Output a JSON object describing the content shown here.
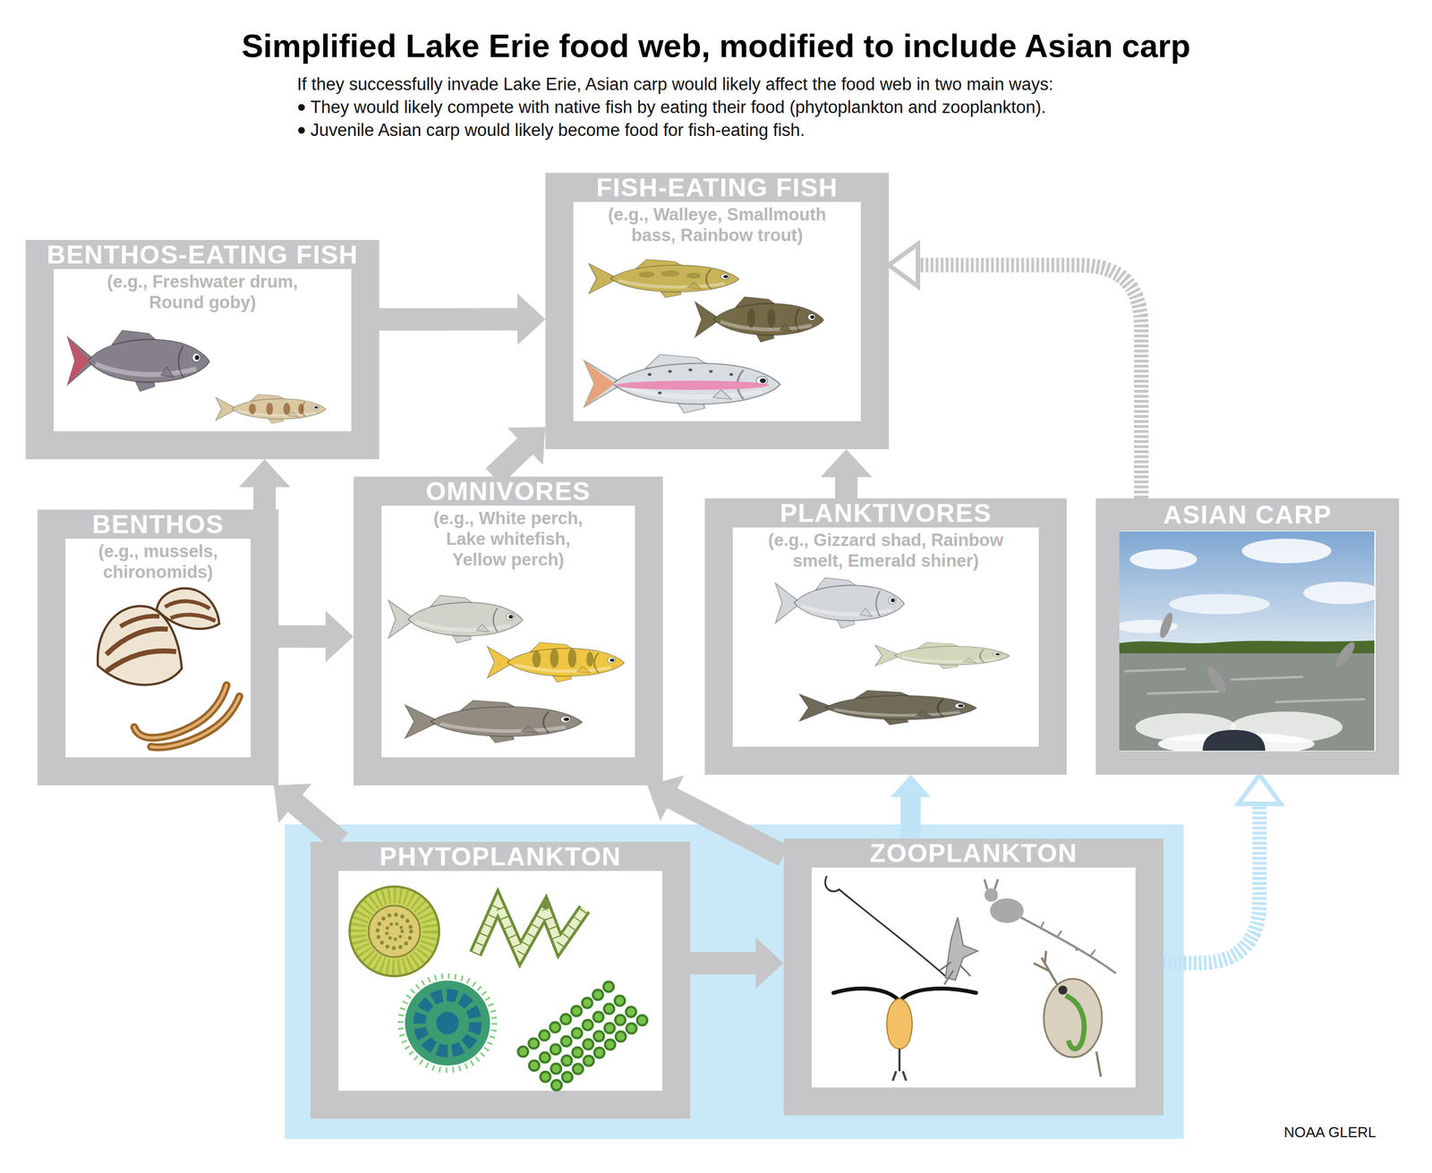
{
  "diagram": {
    "title": "Simplified Lake Erie food web, modified to include Asian carp",
    "nodes": [
      {
        "text": [
          "BENTHOS-EATING FISH",
          "(e.g., Freshwater drum, Round goby)"
        ]
      },
      {
        "text": [
          "FISH-EATING FISH",
          "(e.g., Walleye, Smallmouth bass, Rainbow trout)"
        ]
      },
      {
        "text": [
          "BENTHOS",
          "(e.g., mussels, chironomids)"
        ]
      },
      {
        "text": [
          "OMNIVORES",
          "(e.g., White perch, Lake whitefish, Yellow perch)"
        ]
      },
      {
        "text": [
          "PLANKTIVORES",
          "(e.g., Gizzard shad, Rainbow smelt, Emerald shiner)"
        ]
      },
      {
        "text": [
          "ASIAN CARP"
        ]
      },
      {
        "text": [
          "PHYTOPLANKTON"
        ]
      },
      {
        "text": [
          "ZOOPLANKTON"
        ]
      }
    ],
    "edges": [
      {
        "from": 0,
        "to": 1,
        "arrow": "to"
      },
      {
        "from": 2,
        "to": 0,
        "arrow": "to"
      },
      {
        "from": 2,
        "to": 3,
        "arrow": "to"
      },
      {
        "from": 3,
        "to": 1,
        "arrow": "to"
      },
      {
        "from": 4,
        "to": 1,
        "arrow": "to"
      },
      {
        "from": 5,
        "to": 1,
        "arrow": "to"
      },
      {
        "from": 6,
        "to": 2,
        "arrow": "to"
      },
      {
        "from": 6,
        "to": 7,
        "arrow": "to"
      },
      {
        "from": 7,
        "to": 3,
        "arrow": "to"
      },
      {
        "from": 7,
        "to": 4,
        "arrow": "to"
      },
      {
        "from": 7,
        "to": 5,
        "arrow": "to"
      }
    ],
    "labels": [
      "If they successfully invade Lake Erie, Asian carp would likely affect the food web in two main ways:",
      "They would likely compete with native fish by eating their food (phytoplankton and zooplankton).",
      "Juvenile Asian carp would likely become food for fish-eating fish.",
      "NOAA GLERL"
    ]
  }
}
